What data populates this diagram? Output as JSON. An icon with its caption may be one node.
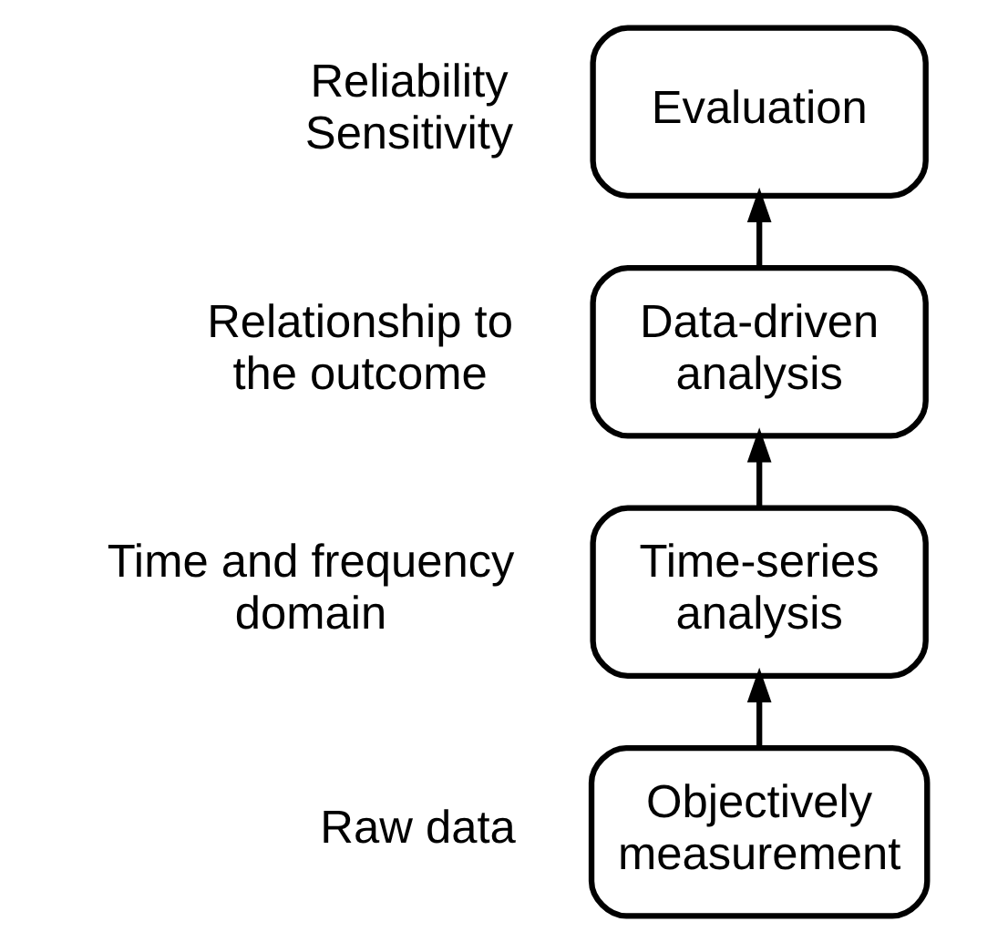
{
  "diagram": {
    "nodes": [
      {
        "text": [
          "Evaluation"
        ],
        "beside": [
          "Reliability",
          "Sensitivity"
        ]
      },
      {
        "text": [
          "Data-driven analysis"
        ],
        "beside": [
          "Relationship to the outcome"
        ]
      },
      {
        "text": [
          "Time-series analysis"
        ],
        "beside": [
          "Time and frequency domain"
        ]
      },
      {
        "text": [
          "Objectively measurement"
        ],
        "beside": [
          "Raw data"
        ]
      }
    ],
    "edges": [
      {
        "from": 3,
        "to": 2,
        "arrow": "to"
      },
      {
        "from": 2,
        "to": 1,
        "arrow": "to"
      },
      {
        "from": 1,
        "to": 0,
        "arrow": "to"
      }
    ]
  }
}
